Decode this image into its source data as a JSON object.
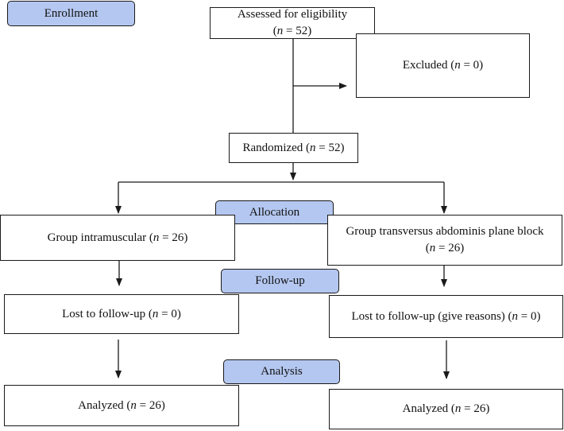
{
  "stages": {
    "enrollment": "Enrollment",
    "allocation": "Allocation",
    "follow_up": "Follow-up",
    "analysis": "Analysis"
  },
  "n_symbol": "n",
  "boxes": {
    "assessed": {
      "line1": "Assessed for eligibility",
      "pre": "(",
      "post": " = 52)"
    },
    "excluded": {
      "pre": "Excluded (",
      "post": " = 0)"
    },
    "randomized": {
      "pre": "Randomized (",
      "post": " = 52)"
    },
    "group_im": {
      "pre": "Group intramuscular (",
      "post": " = 26)"
    },
    "group_tap": {
      "line1": "Group transversus abdominis plane block",
      "pre": "(",
      "post": " = 26)"
    },
    "lost_im": {
      "pre": "Lost to follow-up (",
      "post": " = 0)"
    },
    "lost_tap": {
      "pre": "Lost to follow-up (give reasons) (",
      "post": " = 0)"
    },
    "analyzed_im": {
      "pre": "Analyzed (",
      "post": " = 26)"
    },
    "analyzed_tap": {
      "pre": "Analyzed (",
      "post": " = 26)"
    }
  },
  "colors": {
    "stage_fill": "#b4c7f0",
    "border": "#1a1a1a",
    "arrow": "#1a1a1a"
  }
}
